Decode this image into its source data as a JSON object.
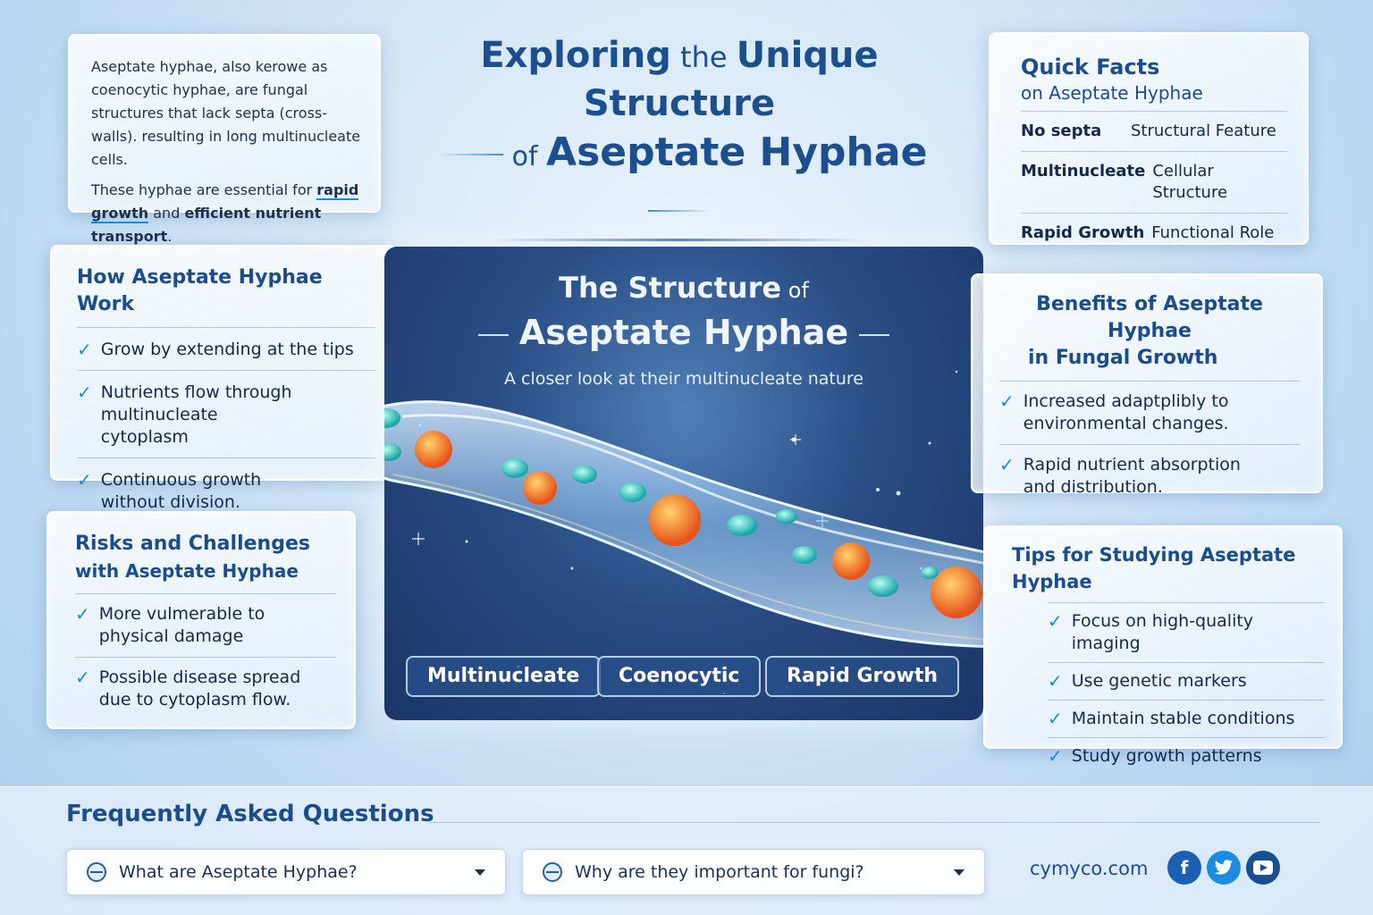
{
  "intro": {
    "p1": "Aseptate hyphae, also kerowe as coenocytic hyphae, are fungal structures that lack septa (cross-walls). resulting in long multinucleate cells.",
    "p2_start": "These hyphae are essential for",
    "p2_link": "rapid growth",
    "p2_mid": " and ",
    "p2_bold": "efficient nutrient transport",
    "p2_end": "."
  },
  "title": {
    "line1_a": "Exploring",
    "line1_b": " the ",
    "line1_c": "Unique Structure",
    "line2_a": "of ",
    "line2_b": "Aseptate Hyphae"
  },
  "facts": {
    "title": "Quick Facts",
    "subtitle": "on Aseptate Hyphae",
    "rows": [
      {
        "key": "No septa",
        "value": "Structural Feature"
      },
      {
        "key": "Multinucleate",
        "value": "Cellular Structure"
      },
      {
        "key": "Rapid Growth",
        "value": "Functional Role"
      }
    ]
  },
  "how": {
    "title": "How Aseptate Hyphae Work",
    "items": [
      "Grow by extending at the tips",
      "Nutrients flow through multinucleate cytoplasm",
      "Continuous growth without division."
    ]
  },
  "center": {
    "line1_a": "The Structure",
    "line1_b": " of",
    "line2": "Aseptate Hyphae",
    "subtitle": "A closer look at their multinucleate nature",
    "pills": [
      "Multinucleate",
      "Coenocytic",
      "Rapid Growth"
    ]
  },
  "benefits": {
    "title_line1": "Benefits of Aseptate Hyphae",
    "title_line2": "in Fungal Growth",
    "items": [
      "Increased adaptplibly to environmental changes.",
      "Rapid nutrient absorption and distribution."
    ]
  },
  "risks": {
    "title_line1": "Risks and Challenges",
    "title_line2": "with Aseptate Hyphae",
    "items": [
      "More vulmerable to physical damage",
      "Possible disease spread due to cytoplasm flow."
    ]
  },
  "tips": {
    "title": "Tips for Studying Aseptate Hyphae",
    "items": [
      "Focus on high-quality imaging",
      "Use genetic markers",
      "Maintain stable conditions",
      "Study growth patterns"
    ]
  },
  "faq": {
    "title": "Frequently Asked Questions",
    "questions": [
      "What are Aseptate Hyphae?",
      "Why are they important for fungi?"
    ]
  },
  "footer": {
    "site": "cymyco.com",
    "social": [
      "facebook-icon",
      "twitter-icon",
      "youtube-icon"
    ]
  },
  "colors": {
    "accent": "#1c8ad6",
    "heading": "#1b4d8e",
    "panel_dark": "#1b3566"
  }
}
